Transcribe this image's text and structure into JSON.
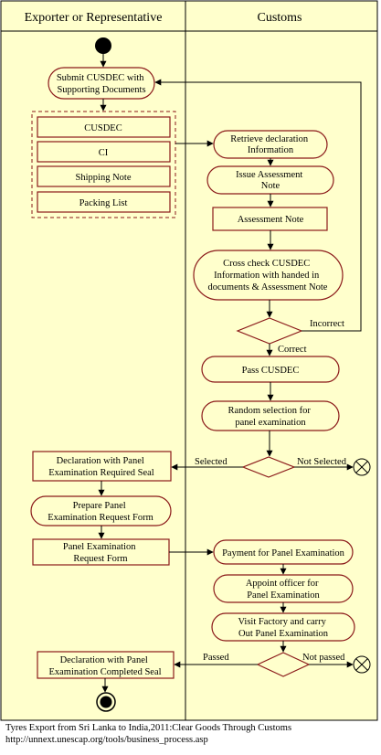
{
  "colors": {
    "lane_fill": "#ffffcc",
    "stroke": "#8b1a1a",
    "line": "#000000"
  },
  "lanes": {
    "left": "Exporter or Representative",
    "right": "Customs"
  },
  "nodes": {
    "submit": [
      "Submit CUSDEC with",
      "Supporting Documents"
    ],
    "doc_cusdec": [
      "CUSDEC"
    ],
    "doc_ci": [
      "CI"
    ],
    "doc_shipping": [
      "Shipping Note"
    ],
    "doc_packing": [
      "Packing List"
    ],
    "retrieve": [
      "Retrieve declaration",
      "Information"
    ],
    "issue": [
      "Issue Assessment",
      "Note"
    ],
    "assessment_note": [
      "Assessment Note"
    ],
    "cross_check": [
      "Cross check CUSDEC",
      "Information with handed in",
      "documents & Assessment Note"
    ],
    "pass": [
      "Pass CUSDEC"
    ],
    "random": [
      "Random selection for",
      "panel examination"
    ],
    "decl_required": [
      "Declaration with Panel",
      "Examination Required Seal"
    ],
    "prepare": [
      "Prepare Panel",
      "Examination Request Form"
    ],
    "request_form": [
      "Panel Examination",
      "Request Form"
    ],
    "payment": [
      "Payment for Panel Examination"
    ],
    "appoint": [
      "Appoint officer for",
      "Panel Examination"
    ],
    "visit": [
      "Visit Factory and carry",
      "Out Panel Examination"
    ],
    "decl_completed": [
      "Declaration with Panel",
      "Examination Completed Seal"
    ]
  },
  "edge_labels": {
    "incorrect": "Incorrect",
    "correct": "Correct",
    "selected": "Selected",
    "not_selected": "Not Selected",
    "passed": "Passed",
    "not_passed": "Not passed"
  },
  "caption": {
    "line1": "Tyres Export from Sri Lanka to India,2011:Clear Goods Through Customs",
    "line2": "http://unnext.unescap.org/tools/business_process.asp"
  }
}
